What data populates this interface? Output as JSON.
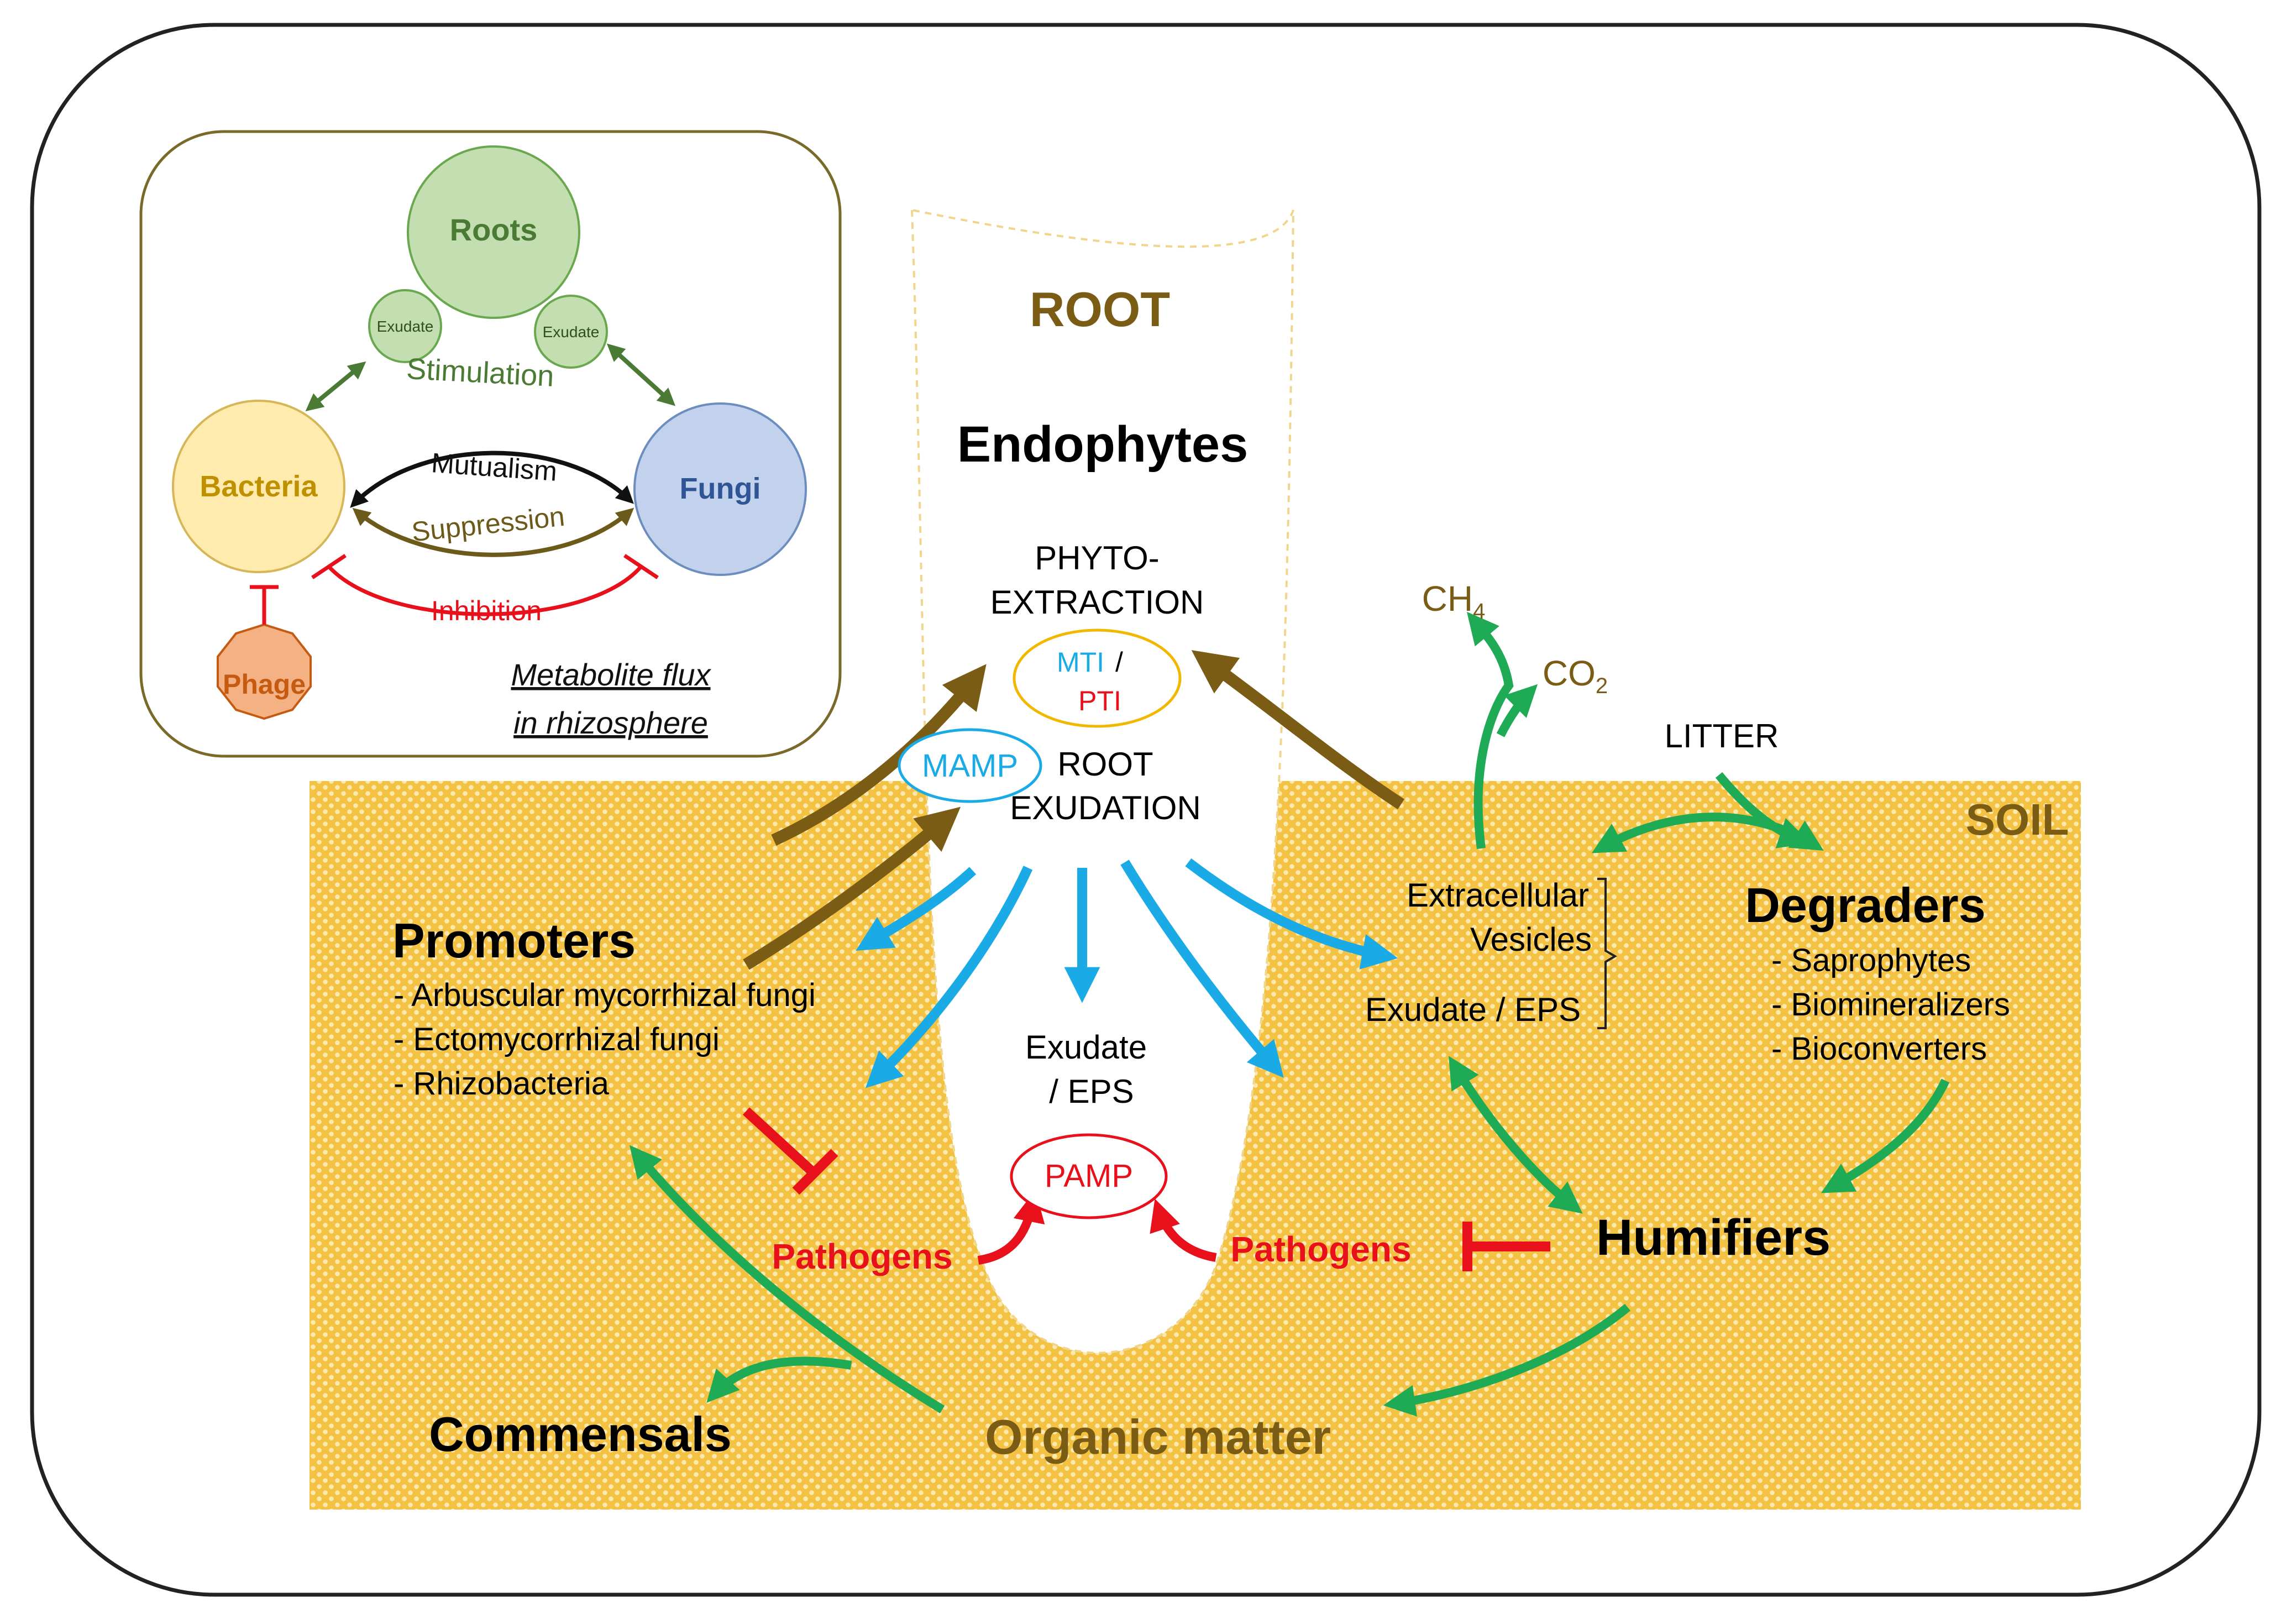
{
  "inset": {
    "roots": "Roots",
    "exudate_left": "Exudate",
    "exudate_right": "Exudate",
    "stimulation": "Stimulation",
    "bacteria": "Bacteria",
    "fungi": "Fungi",
    "mutualism": "Mutualism",
    "suppression": "Suppression",
    "inhibition": "Inhibition",
    "phage": "Phage",
    "caption_line1": "Metabolite flux",
    "caption_line2": "in rhizosphere"
  },
  "main": {
    "root_label": "ROOT",
    "soil_label": "SOIL",
    "endophytes": "Endophytes",
    "phyto_line1": "PHYTO-",
    "phyto_line2": "EXTRACTION",
    "mti": "MTI",
    "slash": "/",
    "pti": "PTI",
    "mamp": "MAMP",
    "exudation_line1": "ROOT",
    "exudation_line2": "EXUDATION",
    "center_exudate_line1": "Exudate",
    "center_exudate_line2": "/ EPS",
    "pamp": "PAMP",
    "promoters": "Promoters",
    "promoter_items": [
      "- Arbuscular mycorrhizal fungi",
      "- Ectomycorrhizal fungi",
      "- Rhizobacteria"
    ],
    "pathogens_left": "Pathogens",
    "pathogens_right": "Pathogens",
    "commensals": "Commensals",
    "organic_matter": "Organic matter",
    "ch4": "CH",
    "ch4_sub": "4",
    "co2": "CO",
    "co2_sub": "2",
    "litter": "LITTER",
    "ev_line1": "Extracellular",
    "ev_line2": "Vesicles",
    "right_exudate": "Exudate / EPS",
    "degraders": "Degraders",
    "degrader_items": [
      "- Saprophytes",
      "- Biomineralizers",
      "- Bioconverters"
    ],
    "humifiers": "Humifiers"
  },
  "colors": {
    "brown": "#7a5c14",
    "blue": "#1aabe6",
    "green": "#1faa55",
    "red": "#e8101b",
    "soil": "#f5c94a",
    "olive_text": "#6b5a1a"
  }
}
